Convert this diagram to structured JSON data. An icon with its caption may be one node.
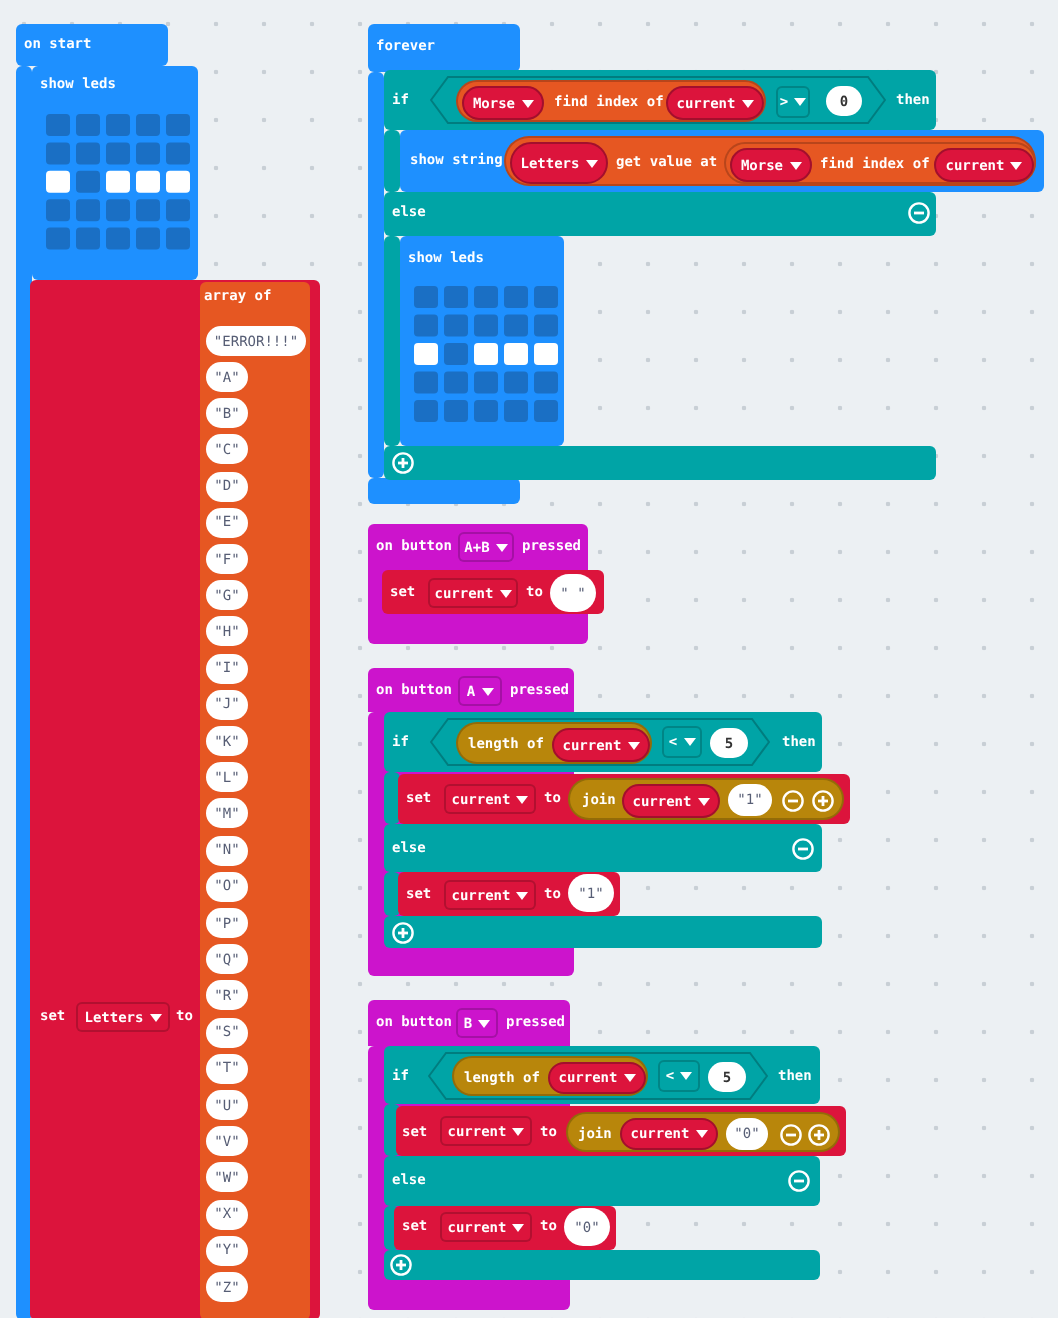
{
  "diagram": {
    "nodes": [
      {
        "text": [
          "on start"
        ]
      },
      {
        "text": [
          "show leds"
        ]
      },
      {
        "text": [
          "set",
          "to"
        ]
      },
      {
        "text": [
          "Letters"
        ],
        "in": 2
      },
      {
        "text": [
          "array of"
        ],
        "in": 2
      },
      {
        "text": [
          "\"ERROR!!!\""
        ],
        "in": 4
      },
      {
        "text": [
          "\"A\""
        ],
        "in": 4
      },
      {
        "text": [
          "\"B\""
        ],
        "in": 4
      },
      {
        "text": [
          "\"C\""
        ],
        "in": 4
      },
      {
        "text": [
          "\"D\""
        ],
        "in": 4
      },
      {
        "text": [
          "\"E\""
        ],
        "in": 4
      },
      {
        "text": [
          "\"F\""
        ],
        "in": 4
      },
      {
        "text": [
          "\"G\""
        ],
        "in": 4
      },
      {
        "text": [
          "\"H\""
        ],
        "in": 4
      },
      {
        "text": [
          "\"I\""
        ],
        "in": 4
      },
      {
        "text": [
          "\"J\""
        ],
        "in": 4
      },
      {
        "text": [
          "\"K\""
        ],
        "in": 4
      },
      {
        "text": [
          "\"L\""
        ],
        "in": 4
      },
      {
        "text": [
          "\"M\""
        ],
        "in": 4
      },
      {
        "text": [
          "\"N\""
        ],
        "in": 4
      },
      {
        "text": [
          "\"O\""
        ],
        "in": 4
      },
      {
        "text": [
          "\"P\""
        ],
        "in": 4
      },
      {
        "text": [
          "\"Q\""
        ],
        "in": 4
      },
      {
        "text": [
          "\"R\""
        ],
        "in": 4
      },
      {
        "text": [
          "\"S\""
        ],
        "in": 4
      },
      {
        "text": [
          "\"T\""
        ],
        "in": 4
      },
      {
        "text": [
          "\"U\""
        ],
        "in": 4
      },
      {
        "text": [
          "\"V\""
        ],
        "in": 4
      },
      {
        "text": [
          "\"W\""
        ],
        "in": 4
      },
      {
        "text": [
          "\"X\""
        ],
        "in": 4
      },
      {
        "text": [
          "\"Y\""
        ],
        "in": 4
      },
      {
        "text": [
          "\"Z\""
        ],
        "in": 4
      },
      {
        "text": [
          "forever"
        ]
      },
      {
        "text": [
          "if",
          "then"
        ]
      },
      {
        "text": [],
        "shape": "hexagon",
        "in": 33
      },
      {
        "text": [
          "find index of"
        ],
        "in": 34
      },
      {
        "text": [
          "Morse"
        ],
        "in": 35
      },
      {
        "text": [
          "current"
        ],
        "in": 35
      },
      {
        "text": [
          ">"
        ],
        "in": 34
      },
      {
        "text": [
          "0"
        ],
        "in": 34
      },
      {
        "text": [
          "show string"
        ]
      },
      {
        "text": [
          "get value at"
        ],
        "in": 40
      },
      {
        "text": [
          "Letters"
        ],
        "in": 41
      },
      {
        "text": [
          "find index of"
        ],
        "in": 41
      },
      {
        "text": [
          "Morse"
        ],
        "in": 43
      },
      {
        "text": [
          "current"
        ],
        "in": 43
      },
      {
        "text": [
          "show leds"
        ]
      },
      {
        "text": [
          "on button",
          "pressed"
        ]
      },
      {
        "text": [
          "A+B"
        ],
        "in": 47
      },
      {
        "text": [
          "set",
          "to"
        ],
        "in": 47
      },
      {
        "text": [
          "current"
        ],
        "in": 49
      },
      {
        "text": [
          "\" \""
        ],
        "in": 49
      },
      {
        "text": [
          "on button",
          "pressed"
        ]
      },
      {
        "text": [
          "A"
        ],
        "in": 52
      },
      {
        "text": [
          "if",
          "then"
        ]
      },
      {
        "text": [],
        "shape": "hexagon",
        "in": 54
      },
      {
        "text": [
          "length of"
        ],
        "in": 55
      },
      {
        "text": [
          "current"
        ],
        "in": 56
      },
      {
        "text": [
          "<"
        ],
        "in": 55
      },
      {
        "text": [
          "5"
        ],
        "in": 55
      },
      {
        "text": [
          "set",
          "to"
        ]
      },
      {
        "text": [
          "current"
        ]
      },
      {
        "text": [
          "join"
        ],
        "in": 60
      },
      {
        "text": [
          "current"
        ],
        "in": 62
      },
      {
        "text": [
          "\"1\""
        ],
        "in": 62
      },
      {
        "text": [
          "set",
          "to"
        ]
      },
      {
        "text": [
          "current"
        ]
      },
      {
        "text": [
          "\"1\""
        ],
        "in": 65
      },
      {
        "text": [
          "on button",
          "pressed"
        ]
      },
      {
        "text": [
          "B"
        ],
        "in": 68
      },
      {
        "text": [
          "if",
          "then"
        ]
      },
      {
        "text": [],
        "shape": "hexagon",
        "in": 70
      },
      {
        "text": [
          "length of"
        ],
        "in": 71
      },
      {
        "text": [
          "current"
        ],
        "in": 72
      },
      {
        "text": [
          "<"
        ],
        "in": 71
      },
      {
        "text": [
          "5"
        ],
        "in": 71
      },
      {
        "text": [
          "set",
          "to"
        ]
      },
      {
        "text": [
          "current"
        ]
      },
      {
        "text": [
          "join"
        ],
        "in": 76
      },
      {
        "text": [
          "current"
        ],
        "in": 78
      },
      {
        "text": [
          "\"0\""
        ],
        "in": 78
      },
      {
        "text": [
          "set",
          "to"
        ]
      },
      {
        "text": [
          "current"
        ]
      },
      {
        "text": [
          "\"0\""
        ],
        "in": 81
      },
      {
        "text": [
          "else"
        ]
      },
      {
        "text": [
          "else"
        ]
      },
      {
        "text": [
          "else"
        ]
      }
    ]
  }
}
